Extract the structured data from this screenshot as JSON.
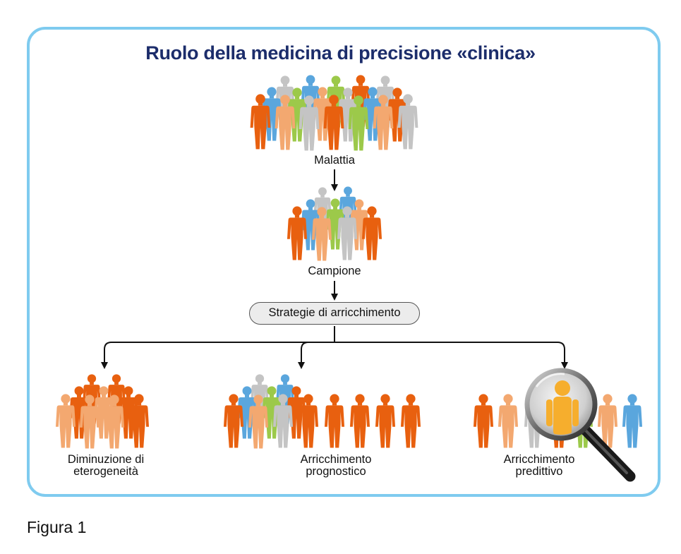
{
  "title": "Ruolo della medicina di precisione «clinica»",
  "stages": {
    "disease": "Malattia",
    "sample": "Campione",
    "strategy": "Strategie di arricchimento"
  },
  "outcomes": [
    {
      "line1": "Diminuzione di",
      "line2": "eterogeneità"
    },
    {
      "line1": "Arricchimento",
      "line2": "prognostico"
    },
    {
      "line1": "Arricchimento",
      "line2": "predittivo"
    }
  ],
  "caption": "Figura 1",
  "colors": {
    "frame": "#7fcbef",
    "title": "#1c2d6b",
    "orange": "#e8600f",
    "peach": "#f3a870",
    "gray": "#c4c4c4",
    "blue": "#5aa6dd",
    "green": "#9cc94a",
    "highlight": "#f6ae2d"
  }
}
